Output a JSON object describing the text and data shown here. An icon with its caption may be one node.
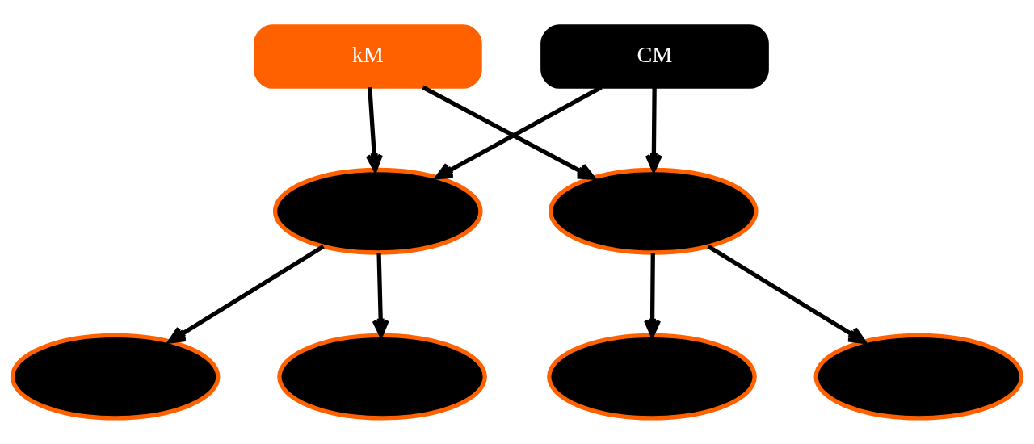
{
  "diagram": {
    "nodes": [
      {
        "text": [
          "kM"
        ]
      },
      {
        "text": [
          "CM"
        ]
      },
      {
        "text": [],
        "shape": "ellipse"
      },
      {
        "text": [],
        "shape": "ellipse"
      },
      {
        "text": [],
        "shape": "ellipse"
      },
      {
        "text": [],
        "shape": "ellipse"
      },
      {
        "text": [],
        "shape": "ellipse"
      },
      {
        "text": [],
        "shape": "ellipse"
      }
    ],
    "edges": [
      {
        "from": 0,
        "to": 2,
        "arrow": "to"
      },
      {
        "from": 0,
        "to": 3,
        "arrow": "to"
      },
      {
        "from": 1,
        "to": 2,
        "arrow": "to"
      },
      {
        "from": 1,
        "to": 3,
        "arrow": "to"
      },
      {
        "from": 2,
        "to": 4,
        "arrow": "to"
      },
      {
        "from": 2,
        "to": 5,
        "arrow": "to"
      },
      {
        "from": 3,
        "to": 6,
        "arrow": "to"
      },
      {
        "from": 3,
        "to": 7,
        "arrow": "to"
      }
    ]
  }
}
